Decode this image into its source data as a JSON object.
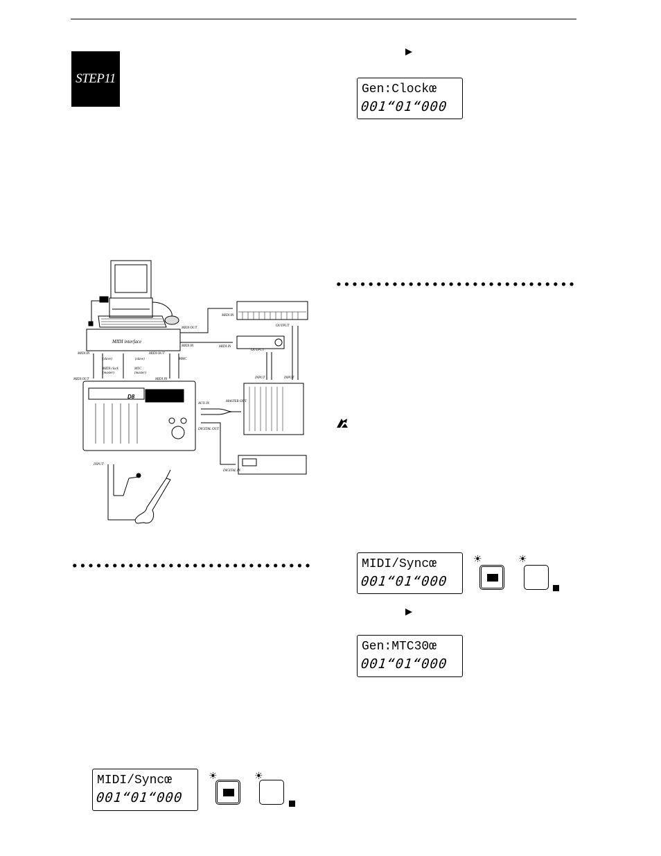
{
  "step": {
    "label": "STEP11"
  },
  "lcd_screens": [
    {
      "line1": "Gen:Clockœ",
      "line2": "001“01“000"
    },
    {
      "line1": "MIDI/Syncœ",
      "line2": "001“01“000"
    },
    {
      "line1": "Gen:MTC30œ",
      "line2": "001“01“000"
    },
    {
      "line1": "MIDI/Syncœ",
      "line2": "001“01“000"
    }
  ],
  "diagram": {
    "midi_interface": "MIDI interface",
    "labels": {
      "midi_in_1": "MIDI IN",
      "midi_out_1": "MIDI OUT",
      "midi_out_2": "MIDI OUT",
      "midi_in_2": "MIDI IN",
      "midi_out_3": "MIDI OUT",
      "midi_in_3": "MIDI IN",
      "slave_1": "(slave)",
      "slave_2": "(slave)",
      "midi_clock": "MIDI clock",
      "master_1": "(master)",
      "mtc": "MTC",
      "master_2": "(master)",
      "mmc": "MMC",
      "kb_midi_in": "MIDI IN",
      "mod_midi_in": "MIDI IN",
      "output_1": "OUTPUT",
      "output_2": "OUTPUT",
      "input_1": "INPUT",
      "input_2": "INPUT",
      "aux_in": "AUX IN",
      "master_out": "MASTER OUT",
      "digital_out": "DIGITAL OUT",
      "digital_in": "DIGITAL IN",
      "input_d8": "INPUT",
      "d8": "D8"
    }
  }
}
